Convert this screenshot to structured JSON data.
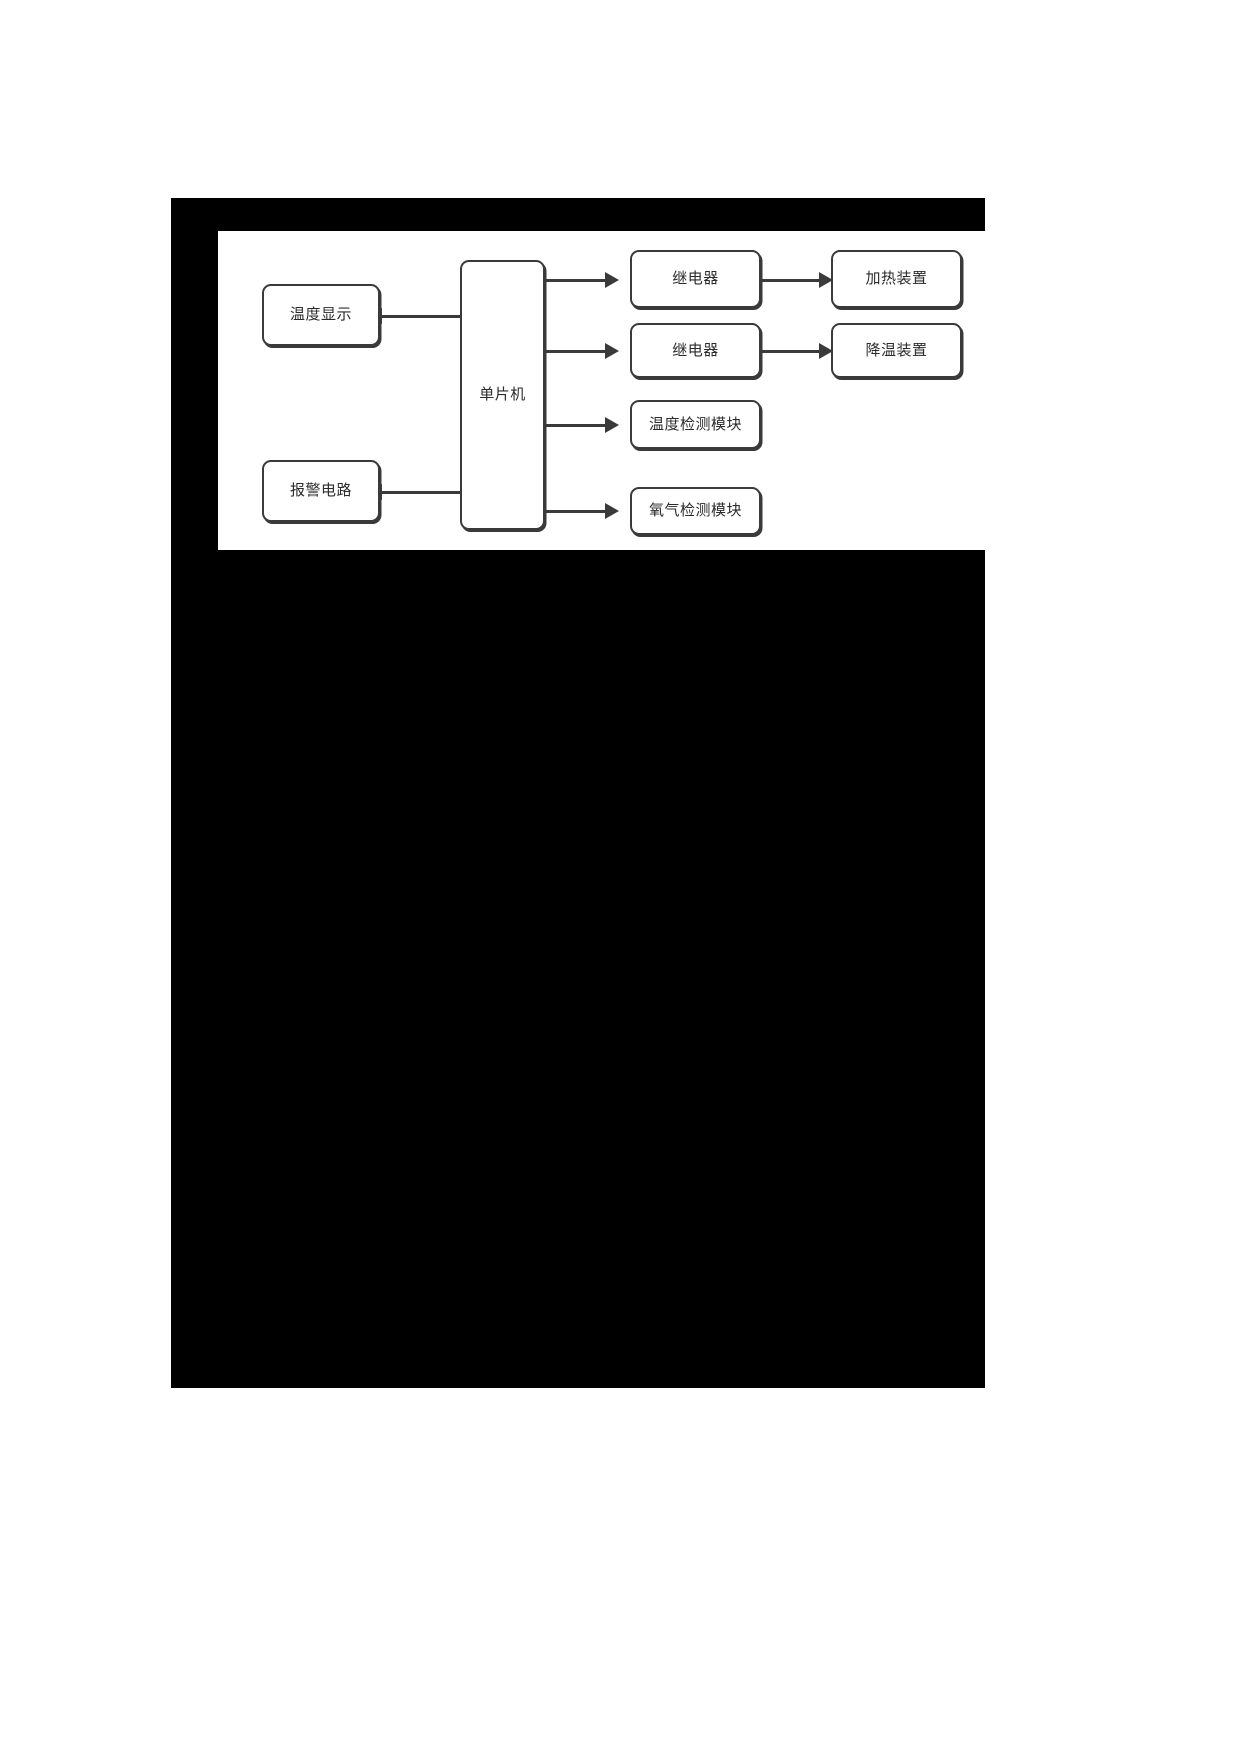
{
  "page": {
    "background_color": "#ffffff",
    "block_color": "#000000",
    "panel_color": "#ffffff",
    "stroke_color": "#3a3a3a",
    "text_color": "#2b2b2b"
  },
  "diagram": {
    "type": "block-diagram",
    "title": "",
    "nodes": [
      {
        "id": "mcu",
        "label": "单片机",
        "shape": "rounded-rect"
      },
      {
        "id": "temp-display",
        "label": "温度显示",
        "shape": "rounded-rect"
      },
      {
        "id": "alarm-circuit",
        "label": "报警电路",
        "shape": "rounded-rect"
      },
      {
        "id": "relay-1",
        "label": "继电器",
        "shape": "rounded-rect"
      },
      {
        "id": "relay-2",
        "label": "继电器",
        "shape": "rounded-rect"
      },
      {
        "id": "heating",
        "label": "加热装置",
        "shape": "rounded-rect"
      },
      {
        "id": "cooling",
        "label": "降温装置",
        "shape": "rounded-rect"
      },
      {
        "id": "temp-module",
        "label": "温度检测模块",
        "shape": "rounded-rect"
      },
      {
        "id": "oxygen-module",
        "label": "氧气检测模块",
        "shape": "rounded-rect"
      }
    ],
    "edges": [
      {
        "from": "mcu",
        "to": "temp-display",
        "direction": "left"
      },
      {
        "from": "mcu",
        "to": "alarm-circuit",
        "direction": "left"
      },
      {
        "from": "mcu",
        "to": "relay-1",
        "direction": "right"
      },
      {
        "from": "mcu",
        "to": "relay-2",
        "direction": "right"
      },
      {
        "from": "mcu",
        "to": "temp-module",
        "direction": "right"
      },
      {
        "from": "mcu",
        "to": "oxygen-module",
        "direction": "right"
      },
      {
        "from": "relay-1",
        "to": "heating",
        "direction": "right"
      },
      {
        "from": "relay-2",
        "to": "cooling",
        "direction": "right"
      }
    ]
  }
}
